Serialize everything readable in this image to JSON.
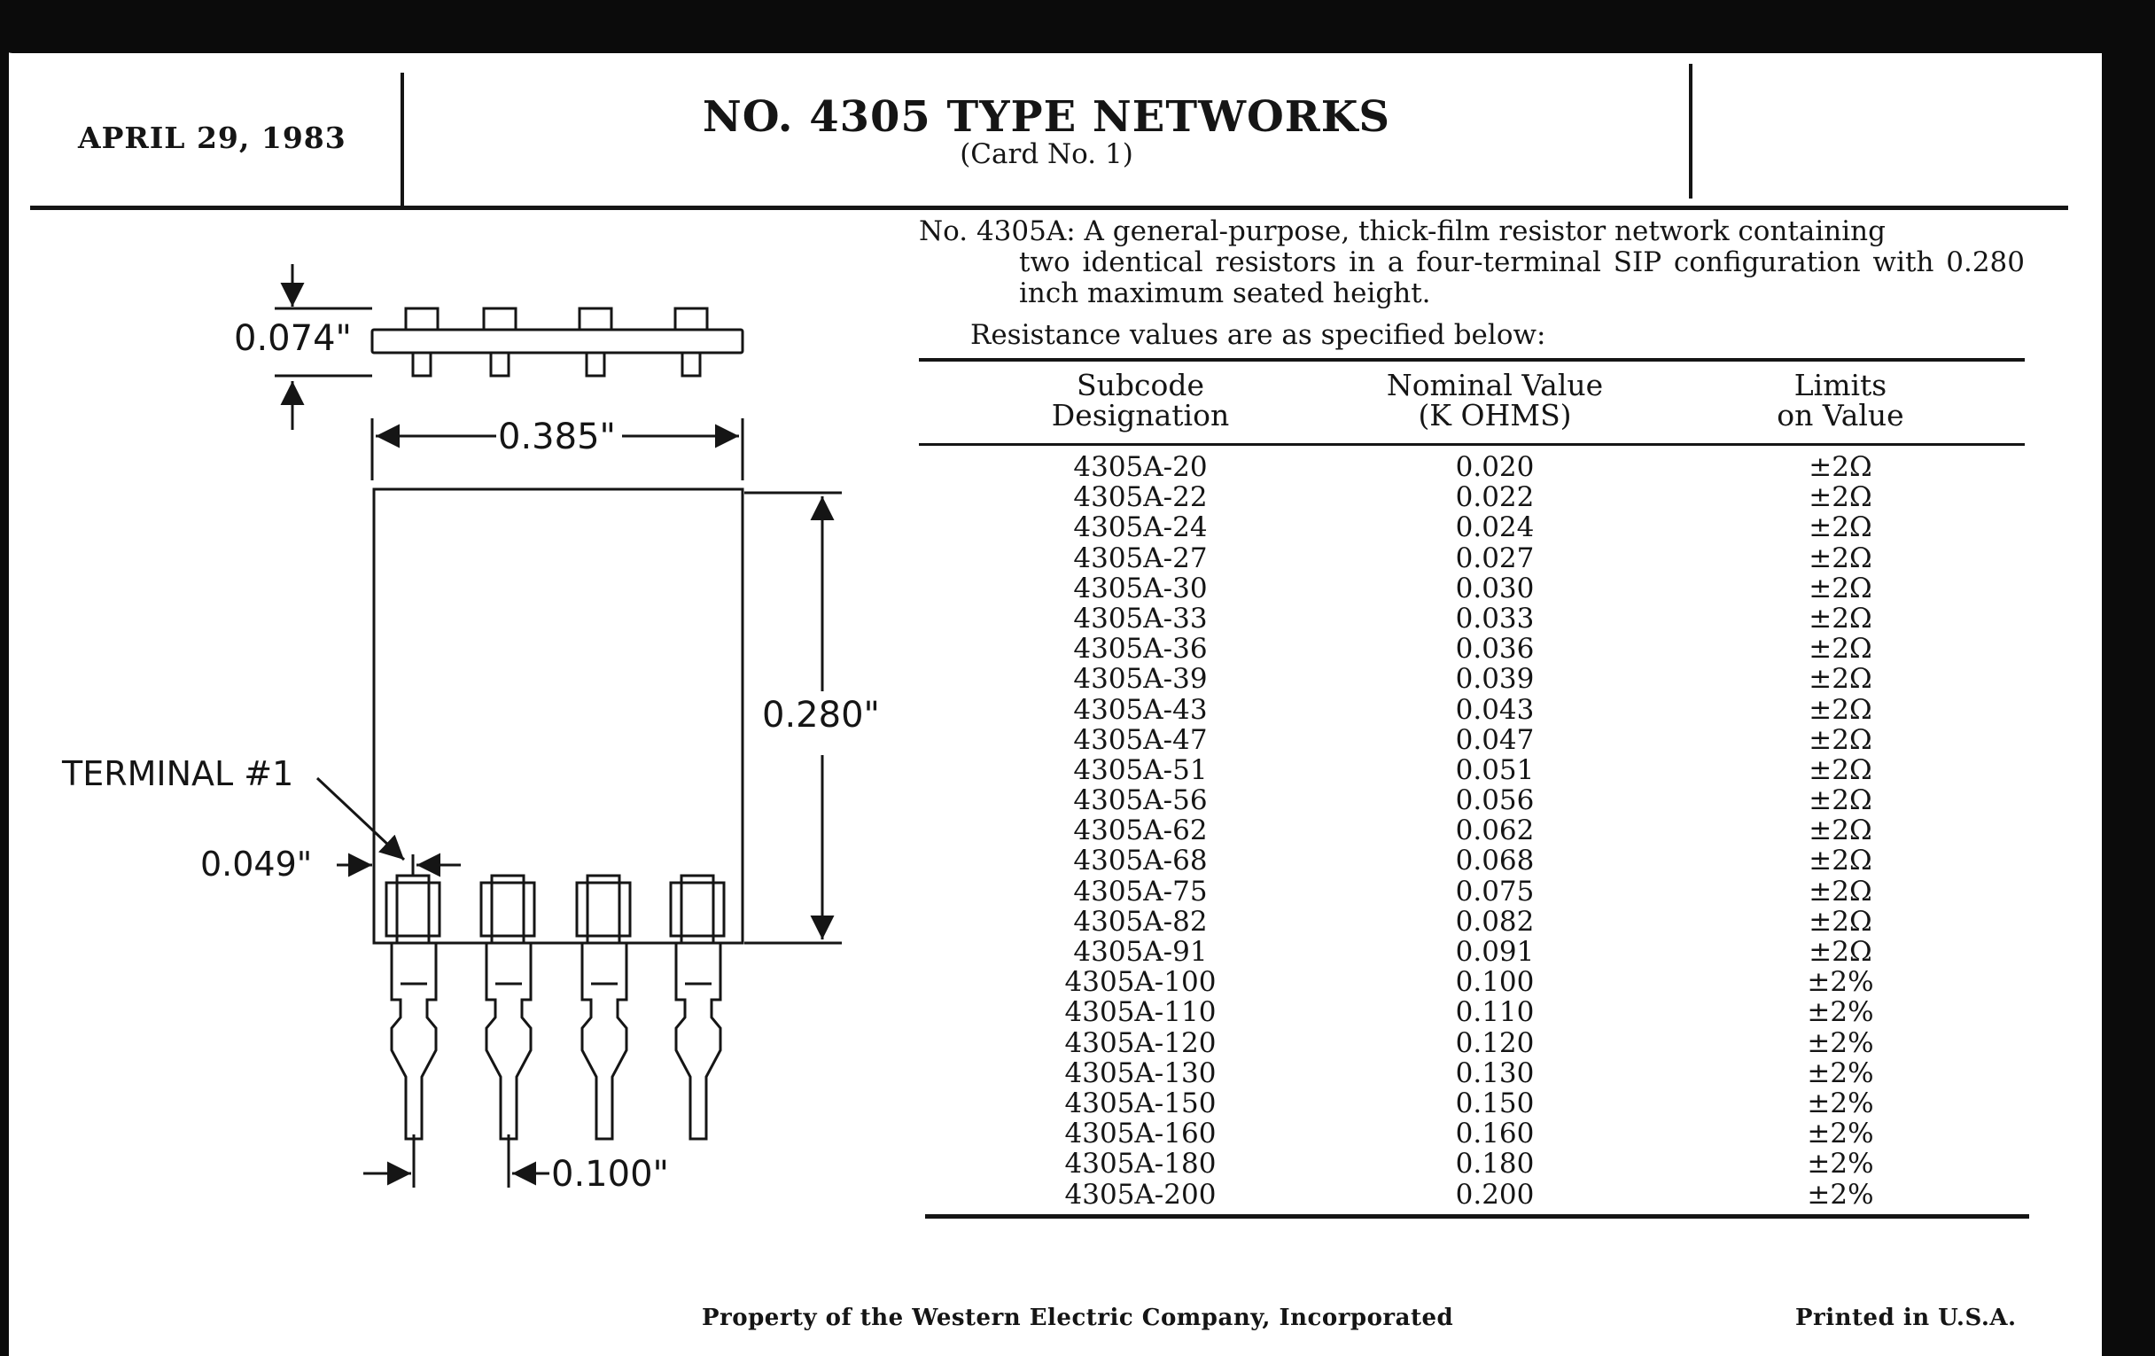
{
  "header": {
    "date": "APRIL 29, 1983",
    "title": "NO. 4305 TYPE NETWORKS",
    "subtitle": "(Card No. 1)"
  },
  "description": {
    "lead": "No. 4305A: A general-purpose, thick-film resistor network containing",
    "continuation": "two identical resistors in a four-terminal SIP configuration with 0.280 inch maximum seated height.",
    "note": "Resistance values are as specified below:"
  },
  "table": {
    "headers": [
      [
        "Subcode",
        "Designation"
      ],
      [
        "Nominal Value",
        "(K OHMS)"
      ],
      [
        "Limits",
        "on Value"
      ]
    ],
    "rows": [
      [
        "4305A-20",
        "0.020",
        "±2Ω"
      ],
      [
        "4305A-22",
        "0.022",
        "±2Ω"
      ],
      [
        "4305A-24",
        "0.024",
        "±2Ω"
      ],
      [
        "4305A-27",
        "0.027",
        "±2Ω"
      ],
      [
        "4305A-30",
        "0.030",
        "±2Ω"
      ],
      [
        "4305A-33",
        "0.033",
        "±2Ω"
      ],
      [
        "4305A-36",
        "0.036",
        "±2Ω"
      ],
      [
        "4305A-39",
        "0.039",
        "±2Ω"
      ],
      [
        "4305A-43",
        "0.043",
        "±2Ω"
      ],
      [
        "4305A-47",
        "0.047",
        "±2Ω"
      ],
      [
        "4305A-51",
        "0.051",
        "±2Ω"
      ],
      [
        "4305A-56",
        "0.056",
        "±2Ω"
      ],
      [
        "4305A-62",
        "0.062",
        "±2Ω"
      ],
      [
        "4305A-68",
        "0.068",
        "±2Ω"
      ],
      [
        "4305A-75",
        "0.075",
        "±2Ω"
      ],
      [
        "4305A-82",
        "0.082",
        "±2Ω"
      ],
      [
        "4305A-91",
        "0.091",
        "±2Ω"
      ],
      [
        "4305A-100",
        "0.100",
        "±2%"
      ],
      [
        "4305A-110",
        "0.110",
        "±2%"
      ],
      [
        "4305A-120",
        "0.120",
        "±2%"
      ],
      [
        "4305A-130",
        "0.130",
        "±2%"
      ],
      [
        "4305A-150",
        "0.150",
        "±2%"
      ],
      [
        "4305A-160",
        "0.160",
        "±2%"
      ],
      [
        "4305A-180",
        "0.180",
        "±2%"
      ],
      [
        "4305A-200",
        "0.200",
        "±2%"
      ]
    ]
  },
  "drawing": {
    "dim_height_top": "0.074\"",
    "dim_width": "0.385\"",
    "dim_body_height": "0.280\"",
    "terminal_label": "TERMINAL #1",
    "dim_terminal_offset": "0.049\"",
    "dim_pitch": "0.100\""
  },
  "footer": {
    "property": "Property of the Western Electric Company, Incorporated",
    "printed": "Printed in U.S.A."
  }
}
